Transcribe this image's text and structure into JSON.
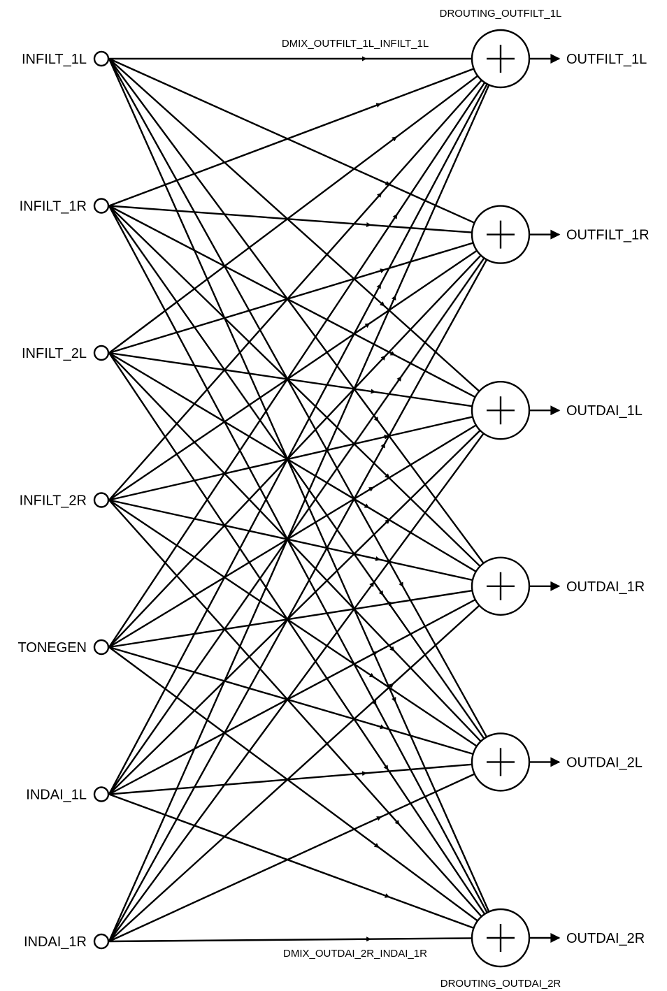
{
  "inputs": [
    "INFILT_1L",
    "INFILT_1R",
    "INFILT_2L",
    "INFILT_2R",
    "TONEGEN",
    "INDAI_1L",
    "INDAI_1R"
  ],
  "outputs": [
    "OUTFILT_1L",
    "OUTFILT_1R",
    "OUTDAI_1L",
    "OUTDAI_1R",
    "OUTDAI_2L",
    "OUTDAI_2R"
  ],
  "annotations": {
    "top_routing": "DROUTING_OUTFILT_1L",
    "top_mix": "DMIX_OUTFILT_1L_INFILT_1L",
    "bottom_mix": "DMIX_OUTDAI_2R_INDAI_1R",
    "bottom_routing": "DROUTING_OUTDAI_2R"
  },
  "connections": "all-to-all"
}
